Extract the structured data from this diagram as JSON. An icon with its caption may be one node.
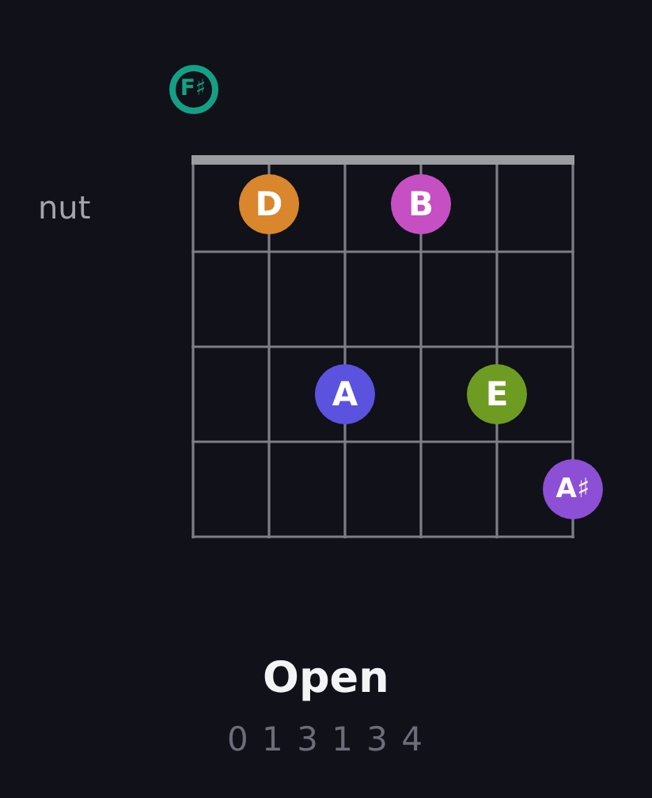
{
  "diagram": {
    "caption": "Open",
    "nodes": [
      {
        "text": [
          "F♯"
        ]
      },
      {
        "text": [
          "D"
        ]
      },
      {
        "text": [
          "B"
        ]
      },
      {
        "text": [
          "A"
        ]
      },
      {
        "text": [
          "E"
        ]
      },
      {
        "text": [
          "A♯"
        ]
      }
    ],
    "labels": [
      "nut",
      "0 1 3 1 3 4"
    ]
  }
}
